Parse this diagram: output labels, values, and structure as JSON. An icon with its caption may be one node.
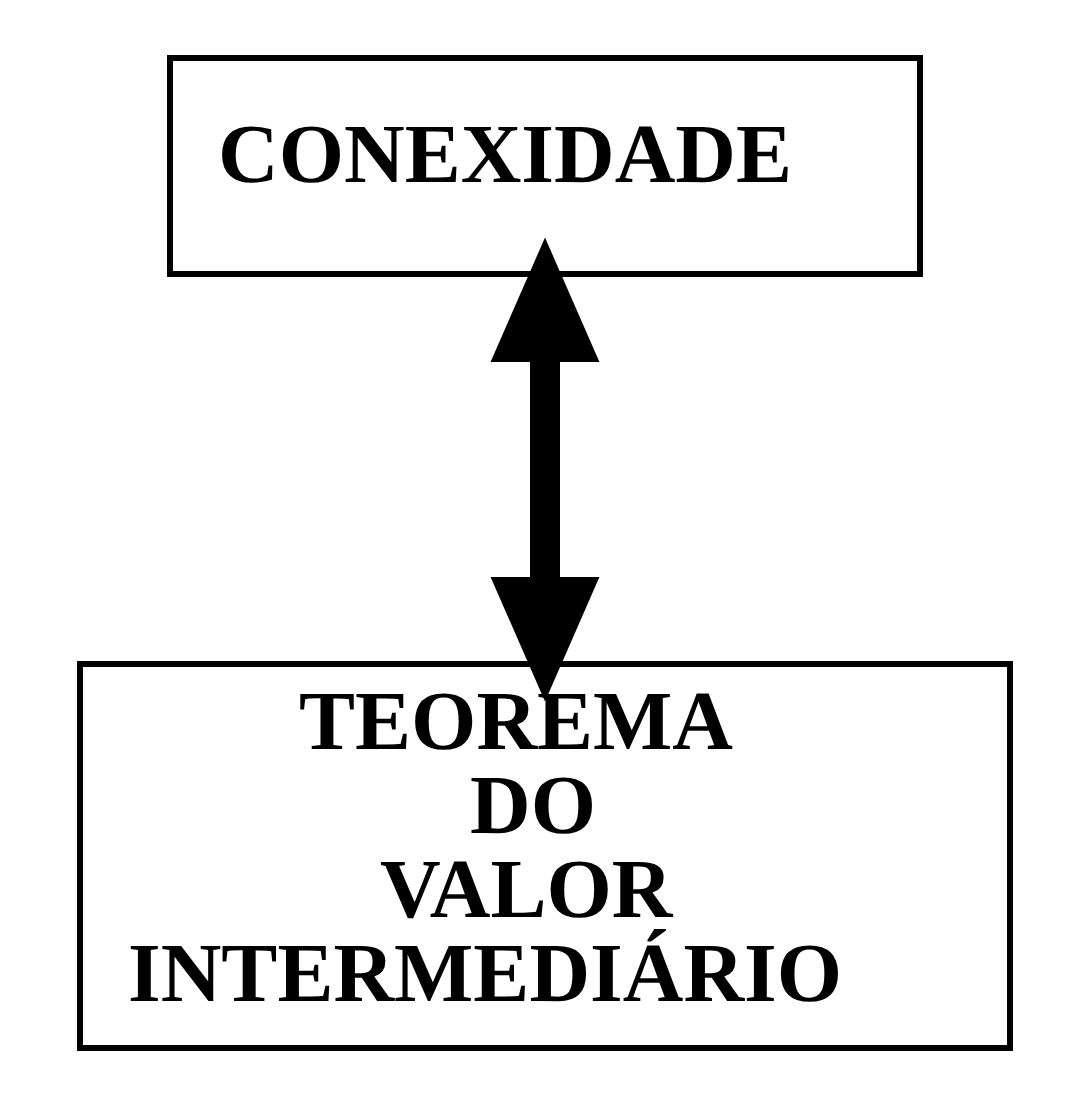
{
  "diagram": {
    "nodes": [
      {
        "text": [
          "CONEXIDADE"
        ]
      },
      {
        "text": [
          "TEOREMA DO VALOR INTERMEDIÁRIO"
        ]
      }
    ],
    "edges": [
      {
        "from": 0,
        "to": 1,
        "arrow": "both"
      }
    ]
  }
}
